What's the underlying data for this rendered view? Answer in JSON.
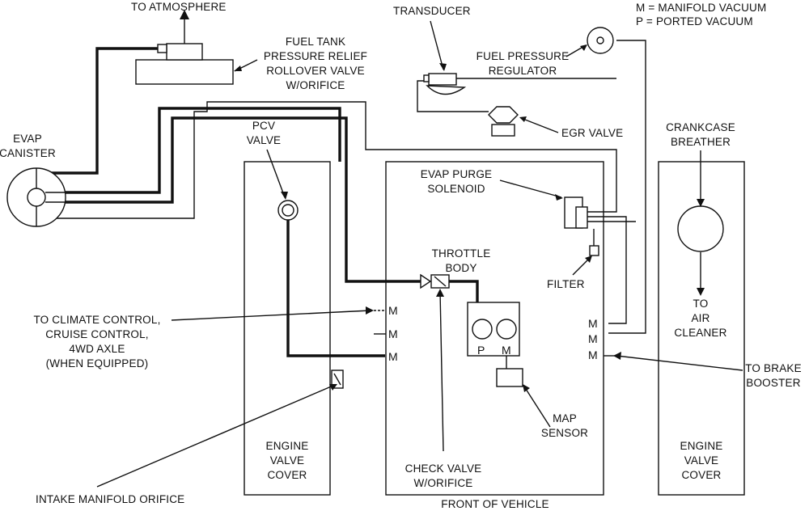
{
  "legend": {
    "m": "M = MANIFOLD VACUUM",
    "p": "P = PORTED VACUUM"
  },
  "labels": {
    "to_atmosphere": "TO ATMOSPHERE",
    "rollover_valve": [
      "FUEL TANK",
      "PRESSURE RELIEF",
      "ROLLOVER VALVE",
      "W/ORIFICE"
    ],
    "transducer": "TRANSDUCER",
    "fuel_pressure_regulator": [
      "FUEL PRESSURE",
      "REGULATOR"
    ],
    "egr_valve": "EGR VALVE",
    "evap_canister": [
      "EVAP",
      "CANISTER"
    ],
    "pcv_valve": [
      "PCV",
      "VALVE"
    ],
    "evap_purge_solenoid": [
      "EVAP PURGE",
      "SOLENOID"
    ],
    "crankcase_breather": [
      "CRANKCASE",
      "BREATHER"
    ],
    "throttle_body": [
      "THROTTLE",
      "BODY"
    ],
    "filter": "FILTER",
    "to_air_cleaner": [
      "TO",
      "AIR",
      "CLEANER"
    ],
    "to_climate": [
      "TO CLIMATE CONTROL,",
      "CRUISE CONTROL,",
      "4WD AXLE",
      "(WHEN EQUIPPED)"
    ],
    "to_brake_booster": [
      "TO BRAKE",
      "BOOSTER"
    ],
    "map_sensor": [
      "MAP",
      "SENSOR"
    ],
    "engine_valve_cover_left": [
      "ENGINE",
      "VALVE",
      "COVER"
    ],
    "engine_valve_cover_right": [
      "ENGINE",
      "VALVE",
      "COVER"
    ],
    "check_valve": [
      "CHECK VALVE",
      "W/ORIFICE"
    ],
    "intake_manifold_orifice": "INTAKE MANIFOLD ORIFICE",
    "front_of_vehicle": "FRONT OF VEHICLE"
  },
  "ports": {
    "manifold": "M",
    "ported": "P"
  }
}
